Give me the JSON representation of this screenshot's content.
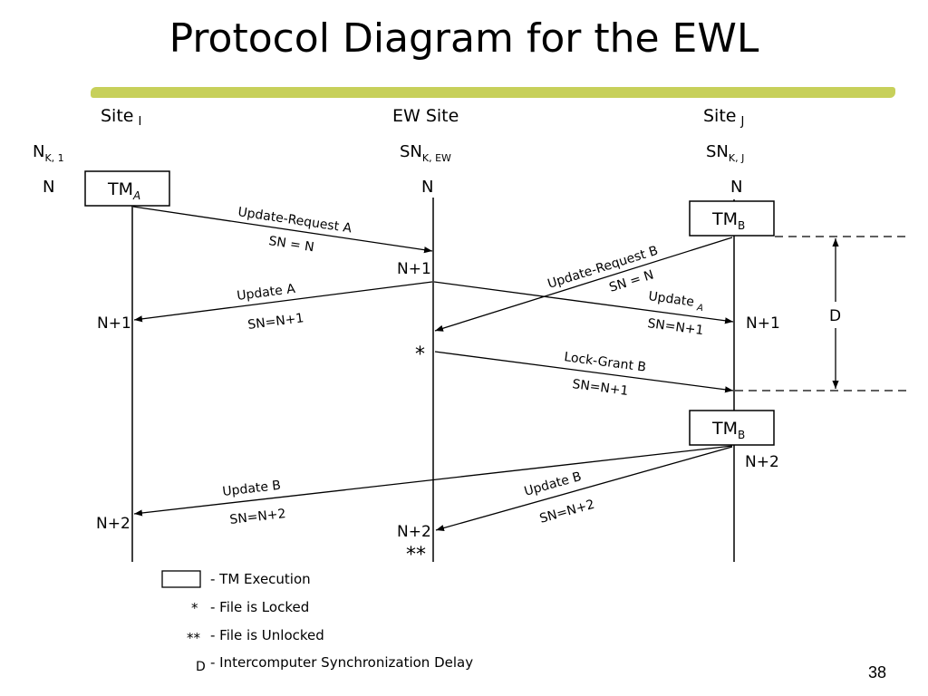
{
  "slide": {
    "title": "Protocol Diagram for the EWL",
    "number": "38"
  },
  "sites": {
    "site_i": {
      "label": "Site",
      "subscript": "I",
      "counter": "N",
      "counter_sub": "K, 1",
      "initial": "N"
    },
    "ew_site": {
      "label": "EW Site",
      "counter": "SN",
      "counter_sub": "K, EW",
      "initial": "N"
    },
    "site_j": {
      "label": "Site",
      "subscript": "J",
      "counter": "SN",
      "counter_sub": "K, J",
      "initial": "N"
    }
  },
  "tm_boxes": {
    "tm_a": {
      "label": "TM",
      "sub": "A"
    },
    "tm_b1": {
      "label": "TM",
      "sub": "B"
    },
    "tm_b2": {
      "label": "TM",
      "sub": "B"
    }
  },
  "messages": {
    "update_request_a": {
      "label": "Update-Request A",
      "sn": "SN = N"
    },
    "update_request_b": {
      "label": "Update-Request B",
      "sn": "SN = N"
    },
    "update_a_to_i": {
      "label": "Update A",
      "sn": "SN=N+1"
    },
    "update_a_to_j": {
      "label": "Update",
      "label_sub": "A",
      "sn": "SN=N+1"
    },
    "lock_grant_b": {
      "label": "Lock-Grant B",
      "sn": "SN=N+1"
    },
    "update_b_to_i": {
      "label": "Update B",
      "sn": "SN=N+2"
    },
    "update_b_to_ew": {
      "label": "Update B",
      "sn": "SN=N+2"
    }
  },
  "counter_values": {
    "ew_n1": "N+1",
    "i_n1": "N+1",
    "j_n1": "N+1",
    "j_n2": "N+2",
    "i_n2": "N+2",
    "ew_n2": "N+2"
  },
  "markers": {
    "locked": "*",
    "unlocked": "**",
    "delay": "D"
  },
  "legend": [
    {
      "symbol": "",
      "text": "- TM Execution"
    },
    {
      "symbol": "*",
      "text": "- File is Locked"
    },
    {
      "symbol": "**",
      "text": "- File is Unlocked"
    },
    {
      "symbol": "D",
      "text": "- Intercomputer Synchronization Delay"
    }
  ],
  "colors": {
    "title_underline": "#c7d05a"
  }
}
